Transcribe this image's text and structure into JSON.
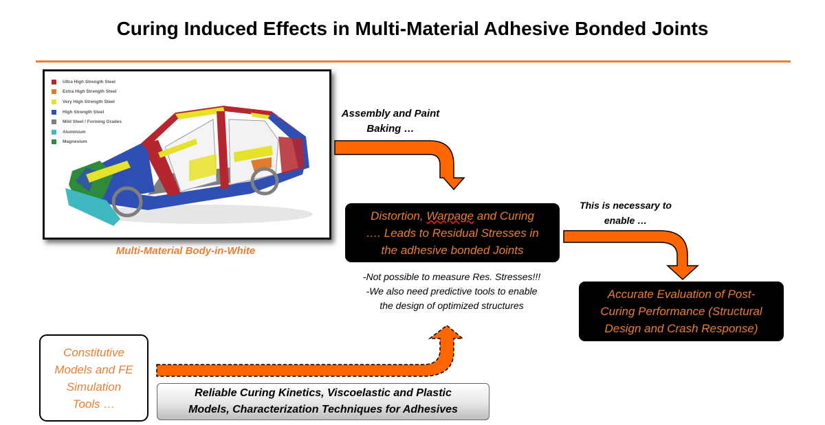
{
  "title": "Curing Induced Effects in Multi-Material Adhesive Bonded Joints",
  "legend": [
    {
      "label": "Ultra High Strength Steel",
      "color": "#b5262e"
    },
    {
      "label": "Extra High Strength Steel",
      "color": "#e07a2c"
    },
    {
      "label": "Very High Strength Steel",
      "color": "#e6e22a"
    },
    {
      "label": "High Strength Steel",
      "color": "#2f4fb5"
    },
    {
      "label": "Mild Steel / Forming Grades",
      "color": "#7f7f7f"
    },
    {
      "label": "Aluminium",
      "color": "#3fb8c0"
    },
    {
      "label": "Magnesium",
      "color": "#2e8b3a"
    }
  ],
  "car_caption": "Multi-Material Body-in-White",
  "assembly_label": "Assembly and\nPaint Baking …",
  "distortion_box": {
    "line1_pre": "Distortion, ",
    "line1_emph": "Warpage",
    "line1_post": " and Curing",
    "rest": "…. Leads to Residual Stresses in\nthe adhesive bonded Joints"
  },
  "necessary_label": "This is necessary\nto enable …",
  "evaluation_box": "Accurate Evaluation of Post-\nCuring Performance (Structural\nDesign and Crash Response)",
  "notes": "-Not possible to measure Res. Stresses!!!\n-We also need predictive tools to enable\nthe design of optimized structures",
  "constitutive_box": "Constitutive\nModels and FE\nSimulation\nTools …",
  "reliable_box": "Reliable Curing Kinetics, Viscoelastic and Plastic\nModels, Characterization Techniques for Adhesives",
  "colors": {
    "accent": "#ed7d31",
    "box_dark": "#000000"
  }
}
